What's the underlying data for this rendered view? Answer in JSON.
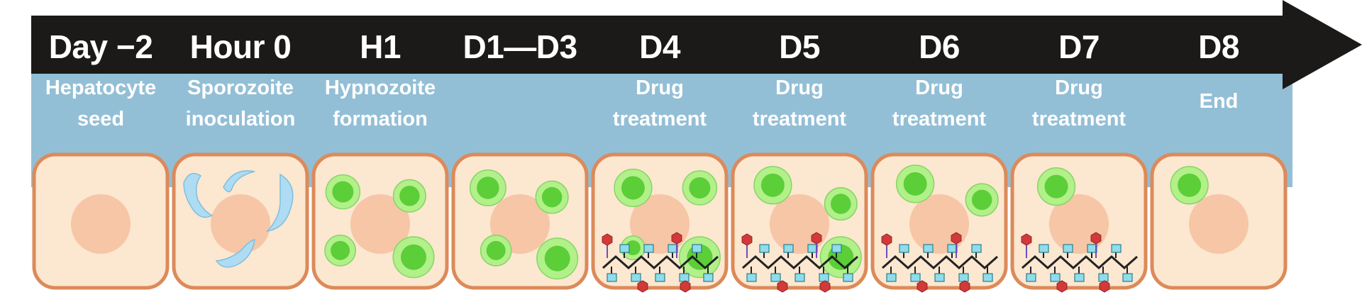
{
  "colors": {
    "arrow": "#1b1a18",
    "band": "#93bfd6",
    "cell_fill": "#fce7d0",
    "cell_border": "#dc8a5a",
    "nucleus": "#f6c6a6",
    "hypnozoite_outer": "#b2f08a",
    "hypnozoite_inner": "#5cce38",
    "sporozoite": "#aedcf2",
    "drug_red": "#d23a3a",
    "drug_blue": "#8fdcea",
    "drug_chain": "#222222"
  },
  "stages": [
    {
      "label": "Day −2",
      "desc": [
        "Hepatocyte",
        "seed"
      ],
      "content": "none",
      "drug": false,
      "hypnozoites": []
    },
    {
      "label": "Hour 0",
      "desc": [
        "Sporozoite",
        "inoculation"
      ],
      "content": "sporozoites",
      "drug": false,
      "hypnozoites": []
    },
    {
      "label": "H1",
      "desc": [
        "Hypnozoite",
        "formation"
      ],
      "content": "hypnozoites",
      "drug": false,
      "hypnozoites": [
        [
          0.22,
          0.28,
          1.0
        ],
        [
          0.72,
          0.31,
          0.95
        ],
        [
          0.2,
          0.72,
          0.9
        ],
        [
          0.75,
          0.77,
          1.2
        ]
      ]
    },
    {
      "label": "D1—D3",
      "desc": [],
      "content": "hypnozoites",
      "drug": false,
      "hypnozoites": [
        [
          0.26,
          0.25,
          1.05
        ],
        [
          0.74,
          0.32,
          0.95
        ],
        [
          0.32,
          0.72,
          0.9
        ],
        [
          0.78,
          0.78,
          1.2
        ]
      ]
    },
    {
      "label": "D4",
      "desc": [
        "Drug",
        "treatment"
      ],
      "content": "hypnozoites",
      "drug": true,
      "hypnozoites": [
        [
          0.3,
          0.25,
          1.1
        ],
        [
          0.8,
          0.25,
          1.0
        ],
        [
          0.8,
          0.77,
          1.2
        ],
        [
          0.3,
          0.7,
          0.7
        ]
      ]
    },
    {
      "label": "D5",
      "desc": [
        "Drug",
        "treatment"
      ],
      "content": "hypnozoites",
      "drug": true,
      "hypnozoites": [
        [
          0.3,
          0.23,
          1.1
        ],
        [
          0.81,
          0.37,
          0.95
        ],
        [
          0.81,
          0.77,
          1.2
        ]
      ]
    },
    {
      "label": "D6",
      "desc": [
        "Drug",
        "treatment"
      ],
      "content": "hypnozoites",
      "drug": true,
      "hypnozoites": [
        [
          0.32,
          0.22,
          1.1
        ],
        [
          0.82,
          0.34,
          0.95
        ]
      ]
    },
    {
      "label": "D7",
      "desc": [
        "Drug",
        "treatment"
      ],
      "content": "hypnozoites",
      "drug": true,
      "hypnozoites": [
        [
          0.33,
          0.24,
          1.1
        ]
      ]
    },
    {
      "label": "D8",
      "desc": [
        "End"
      ],
      "content": "hypnozoites",
      "drug": false,
      "hypnozoites": [
        [
          0.28,
          0.23,
          1.1
        ]
      ]
    }
  ]
}
